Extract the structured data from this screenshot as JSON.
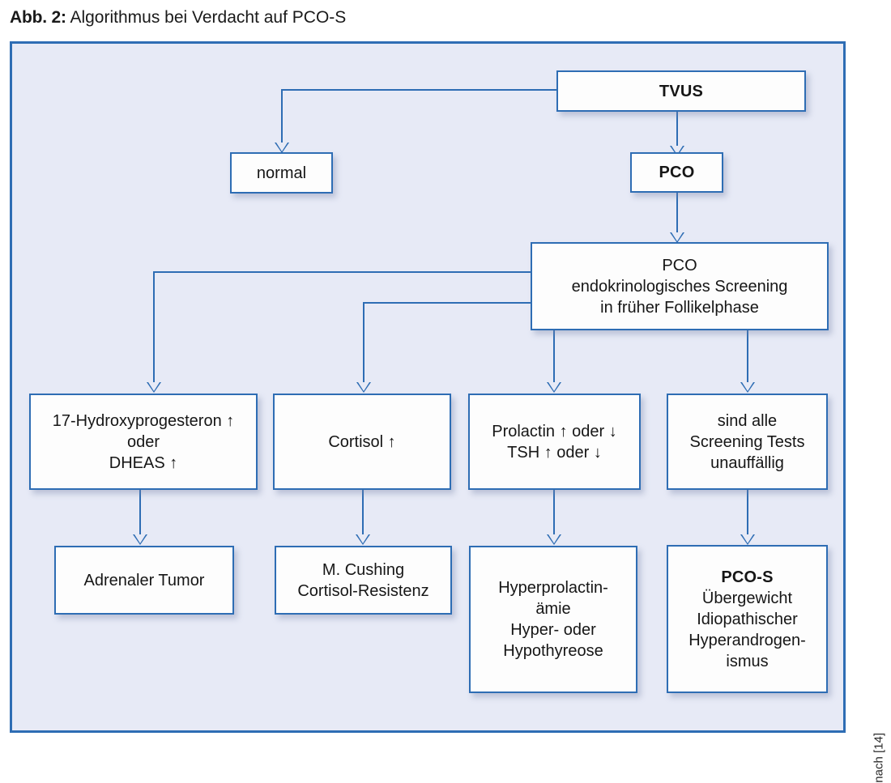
{
  "figure": {
    "label": "Abb. 2:",
    "title": "Algorithmus bei Verdacht auf PCO-S",
    "source_note": "nach [14]",
    "colors": {
      "panel_border": "#2e6db4",
      "panel_fill": "#e7eaf6",
      "node_border": "#2e6db4",
      "node_fill": "#fdfdfd",
      "connector": "#2e6db4",
      "text": "#161616"
    }
  },
  "nodes": {
    "tvus": {
      "line1": "TVUS"
    },
    "normal": {
      "line1": "normal"
    },
    "pco": {
      "line1": "PCO"
    },
    "screening": {
      "line1": "PCO",
      "line2": "endokrinologisches Screening",
      "line3": "in früher Follikelphase"
    },
    "test_17ohp": {
      "line1": "17-Hydroxyprogesteron ↑",
      "line2": "oder",
      "line3": "DHEAS ↑"
    },
    "test_cortisol": {
      "line1": "Cortisol ↑"
    },
    "test_prolactin": {
      "line1": "Prolactin ↑ oder ↓",
      "line2": "TSH ↑ oder ↓"
    },
    "test_unremarkable": {
      "line1": "sind alle",
      "line2": "Screening Tests",
      "line3": "unauffällig"
    },
    "dx_adrenal_tumor": {
      "line1": "Adrenaler Tumor"
    },
    "dx_cushing": {
      "line1": "M. Cushing",
      "line2": "Cortisol-Resistenz"
    },
    "dx_hyperprolactin": {
      "line1": "Hyperprolactin-",
      "line2": "ämie",
      "line3": "Hyper- oder",
      "line4": "Hypothyreose"
    },
    "dx_pcos": {
      "line1": "PCO-S",
      "line2": "Übergewicht",
      "line3": "Idiopathischer",
      "line4": "Hyperandrogen-",
      "line5": "ismus"
    }
  }
}
